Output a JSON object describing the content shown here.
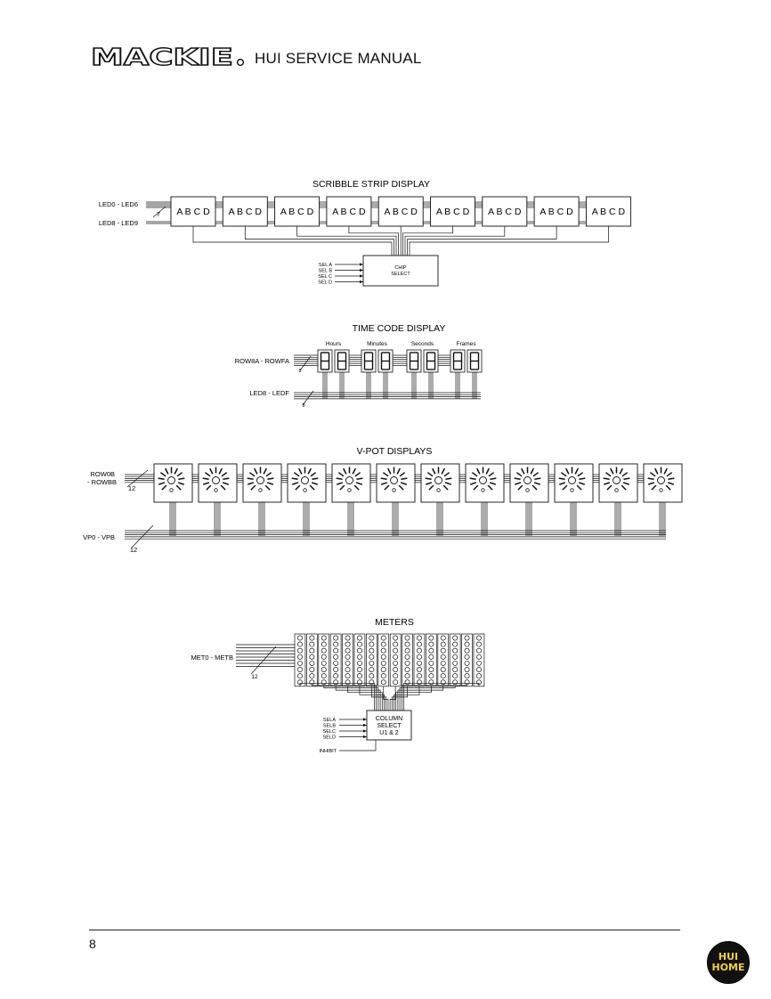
{
  "header": {
    "brand": "MACKIE",
    "title": "HUI SERVICE MANUAL"
  },
  "scribble": {
    "title": "SCRIBBLE STRIP DISPLAY",
    "bus_label_1": "LED0 - LED6",
    "bus_label_2": "LED8 - LED9",
    "bus_count": "7",
    "segment_text": "A B C D",
    "segment_count": 9,
    "chip_select_line1": "CHIP",
    "chip_select_line2": "SELECT",
    "sel_labels": [
      "SEL A",
      "SEL B",
      "SEL C",
      "SEL D"
    ]
  },
  "timecode": {
    "title": "TIME CODE DISPLAY",
    "group_labels": [
      "Hours",
      "Minutes",
      "Seconds",
      "Frames"
    ],
    "row_label": "ROW8A - ROWFA",
    "led_label": "LED8 - LEDF",
    "row_count": "8",
    "led_count": "8"
  },
  "vpot": {
    "title": "V-POT DISPLAYS",
    "row_label_1": "ROW0B",
    "row_label_2": "- ROWBB",
    "row_count": "12",
    "vp_label": "VP0 - VPB",
    "vp_count": "12",
    "pot_count": 12
  },
  "meters": {
    "title": "METERS",
    "bus_label": "MET0 - METB",
    "bus_count": "12",
    "column_count": 16,
    "row_count": 8,
    "column_select_line1": "COLUMN",
    "column_select_line2": "SELECT",
    "column_select_line3": "U1 & 2",
    "sel_labels": [
      "SELA",
      "SELB",
      "SELC",
      "SELD"
    ],
    "inhibit_label": "INHIBIT"
  },
  "footer": {
    "page_number": "8",
    "home_line1": "HUI",
    "home_line2": "HOME"
  }
}
